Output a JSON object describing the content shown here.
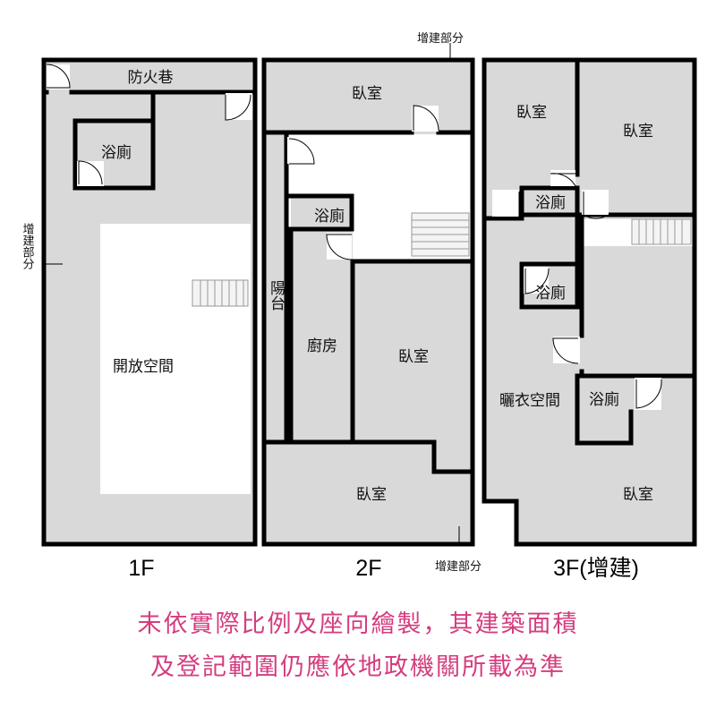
{
  "floors": {
    "f1": {
      "label": "1F",
      "rooms": {
        "fire_lane": "防火巷",
        "bathroom": "浴廁",
        "open_space": "開放空間"
      },
      "extension_note": "增建部分"
    },
    "f2": {
      "label": "2F",
      "rooms": {
        "bedroom_top": "臥室",
        "bathroom": "浴廁",
        "balcony": "陽台",
        "kitchen": "廚房",
        "bedroom_mid": "臥室",
        "bedroom_bottom": "臥室"
      },
      "extension_note_top": "增建部分",
      "extension_note_bottom": "增建部分"
    },
    "f3": {
      "label": "3F(增建)",
      "rooms": {
        "bedroom_left": "臥室",
        "bedroom_right": "臥室",
        "bathroom_top": "浴廁",
        "bathroom_mid": "浴廁",
        "bathroom_right": "浴廁",
        "laundry": "曬衣空間",
        "bedroom_bottom": "臥室"
      }
    }
  },
  "disclaimer": {
    "line1": "未依實際比例及座向繪製，其建築面積",
    "line2": "及登記範圍仍應依地政機關所載為準"
  },
  "colors": {
    "floor_fill": "#d9d9d9",
    "wall": "#000000",
    "disclaimer_text": "#d43d7f"
  }
}
